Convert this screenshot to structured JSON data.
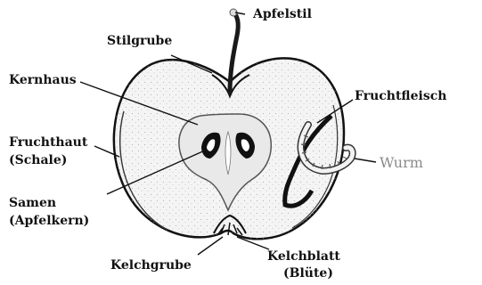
{
  "labels": {
    "apfelstil": "Apfelstil",
    "stilgrube": "Stilgrube",
    "kernhaus": "Kernhaus",
    "fruchtfleisch": "Fruchtfleisch",
    "fruchthaut_1": "Fruchthaut",
    "fruchthaut_2": "(Schale)",
    "samen_1": "Samen",
    "samen_2": "(Apfelkern)",
    "wurm": "Wurm",
    "kelchgrube": "Kelchgrube",
    "kelchblatt_1": "Kelchblatt",
    "kelchblatt_2": "(Blüte)"
  },
  "colors": {
    "ink": "#111111",
    "wurm_label": "#8a8a8a",
    "background": "#ffffff"
  }
}
